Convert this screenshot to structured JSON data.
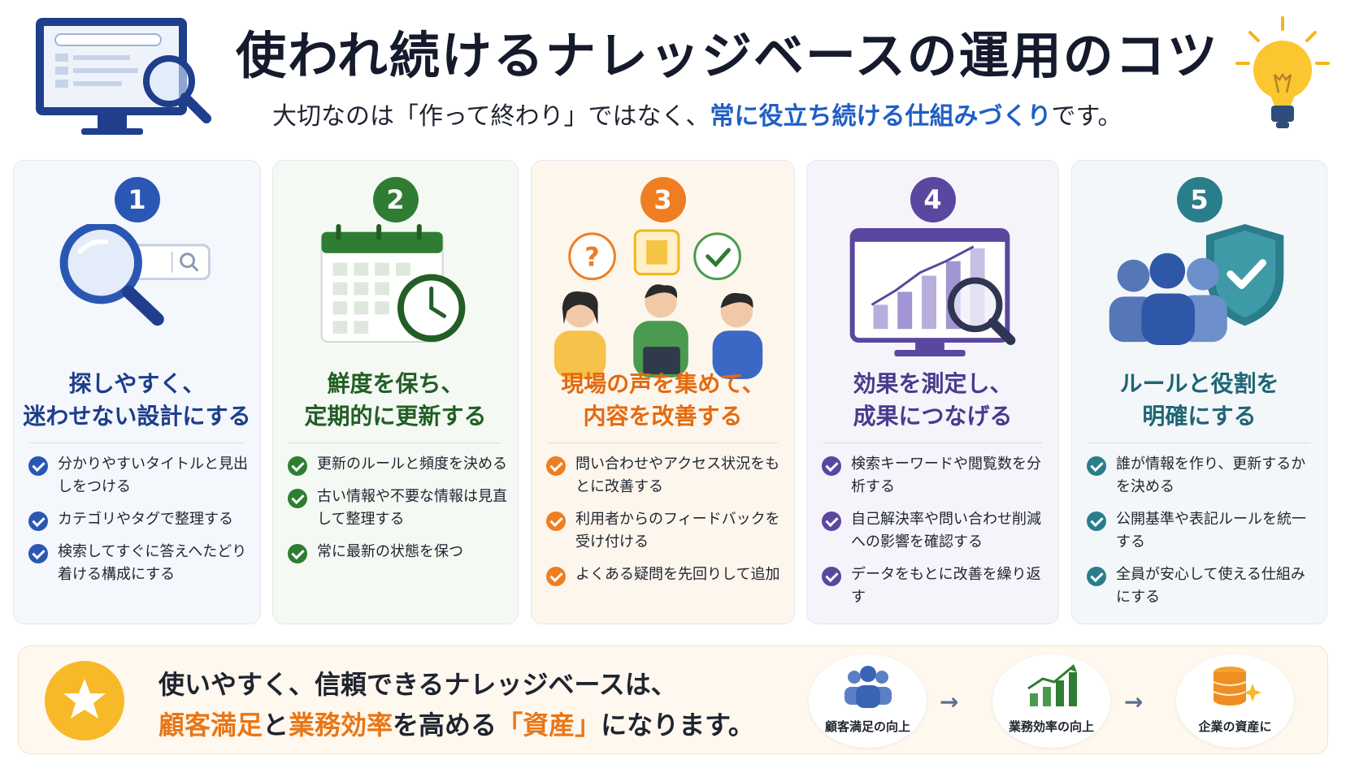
{
  "header": {
    "title": "使われ続けるナレッジベースの運用のコツ",
    "subtitle_pre": "大切なのは「作って終わり」ではなく、",
    "subtitle_highlight": "常に役立ち続ける仕組みづくり",
    "subtitle_post": "です。"
  },
  "cards": [
    {
      "number": "1",
      "title_line1": "探しやすく、",
      "title_line2": "迷わせない設計にする",
      "items": [
        "分かりやすいタイトルと見出しをつける",
        "カテゴリやタグで整理する",
        "検索してすぐに答えへたどり着ける構成にする"
      ],
      "color": "#2a57b3"
    },
    {
      "number": "2",
      "title_line1": "鮮度を保ち、",
      "title_line2": "定期的に更新する",
      "items": [
        "更新のルールと頻度を決める",
        "古い情報や不要な情報は見直して整理する",
        "常に最新の状態を保つ"
      ],
      "color": "#2e7d32"
    },
    {
      "number": "3",
      "title_line1": "現場の声を集めて、",
      "title_line2": "内容を改善する",
      "items": [
        "問い合わせやアクセス状況をもとに改善する",
        "利用者からのフィードバックを受け付ける",
        "よくある疑問を先回りして追加"
      ],
      "color": "#ef7d22"
    },
    {
      "number": "4",
      "title_line1": "効果を測定し、",
      "title_line2": "成果につなげる",
      "items": [
        "検索キーワードや閲覧数を分析する",
        "自己解決率や問い合わせ削減への影響を確認する",
        "データをもとに改善を繰り返す"
      ],
      "color": "#5b479f"
    },
    {
      "number": "5",
      "title_line1": "ルールと役割を",
      "title_line2": "明確にする",
      "items": [
        "誰が情報を作り、更新するかを決める",
        "公開基準や表記ルールを統一する",
        "全員が安心して使える仕組みにする"
      ],
      "color": "#2a7d8a"
    }
  ],
  "banner": {
    "line1": "使いやすく、信頼できるナレッジベースは、",
    "line2_a": "顧客満足",
    "line2_b": "と",
    "line2_c": "業務効率",
    "line2_d": "を高める",
    "line2_e": "「資産」",
    "line2_f": "になります。",
    "steps": [
      "顧客満足の向上",
      "業務効率の向上",
      "企業の資産に"
    ],
    "arrow": "→"
  }
}
